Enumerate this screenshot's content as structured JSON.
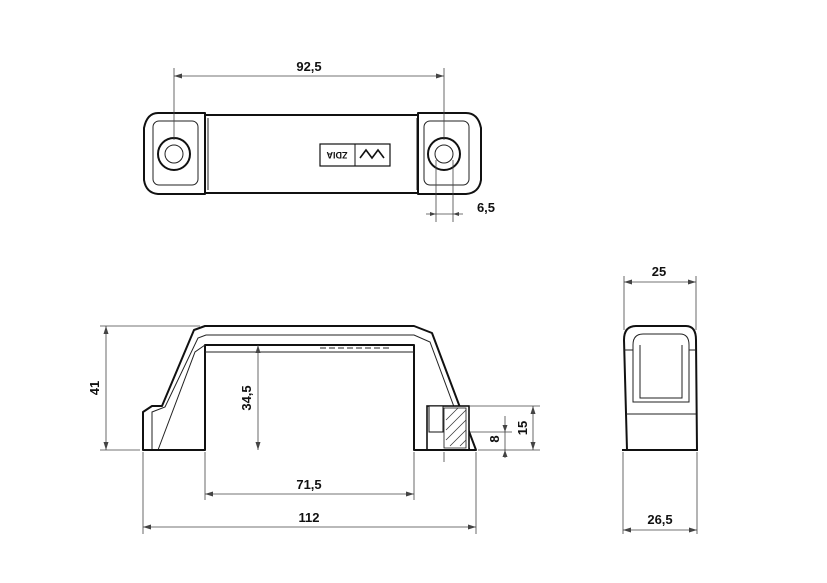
{
  "drawing": {
    "top_view": {
      "length_label": "92,5",
      "hole_label": "6,5",
      "logo_text": "ZDIA"
    },
    "front_view": {
      "height_label": "41",
      "inner_height_label": "34,5",
      "inner_width_label": "71,5",
      "total_length_label": "112",
      "insert_label": "8",
      "base_height_label": "15"
    },
    "side_view": {
      "top_width_label": "25",
      "base_width_label": "26,5"
    },
    "colors": {
      "line": "#111111",
      "dimension": "#444444",
      "background": "#ffffff"
    }
  }
}
